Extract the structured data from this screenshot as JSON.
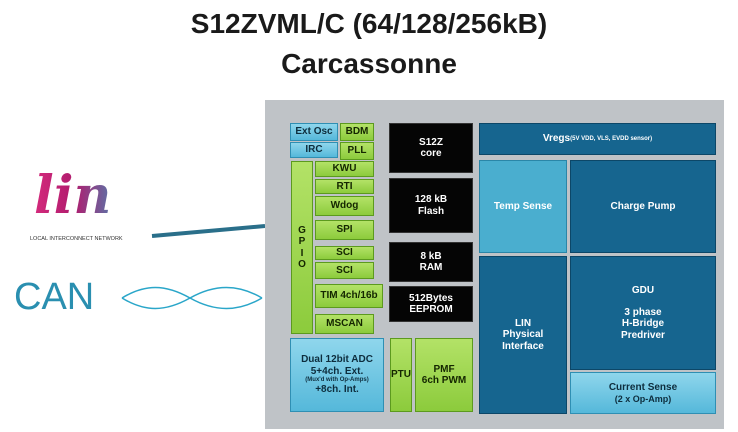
{
  "title": {
    "line1": "S12ZVML/C (64/128/256kB)",
    "line2": "Carcassonne"
  },
  "logos": {
    "lin_word": "lin",
    "lin_caption": "LOCAL INTERCONNECT NETWORK",
    "can_text": "CAN"
  },
  "blocks": {
    "ext_osc": "Ext Osc",
    "bdm": "BDM",
    "irc": "IRC",
    "pll": "PLL",
    "kwu": "KWU",
    "rti": "RTI",
    "wdog": "Wdog",
    "spi": "SPI",
    "sci1": "SCI",
    "sci2": "SCI",
    "tim": "TIM 4ch/16b",
    "mscan": "MSCAN",
    "gpio": [
      "G",
      "P",
      "I",
      "O"
    ],
    "core": [
      "S12Z",
      "core"
    ],
    "flash": [
      "128 kB",
      "Flash"
    ],
    "ram": [
      "8 kB",
      "RAM"
    ],
    "eeprom": [
      "512Bytes",
      "EEPROM"
    ],
    "vregs_main": "Vregs",
    "vregs_sub": " (5V VDD, VLS, EVDD sensor)",
    "temp_sense": "Temp Sense",
    "charge_pump": "Charge Pump",
    "lin_phy": [
      "LIN",
      "Physical",
      "Interface"
    ],
    "gdu": [
      "GDU",
      "3 phase",
      "H-Bridge",
      "Predriver"
    ],
    "current_sense": [
      "Current Sense",
      "(2 x Op-Amp)"
    ],
    "adc": [
      "Dual 12bit ADC",
      "5+4ch. Ext.",
      "(Mux'd with Op-Amps)",
      "+8ch. Int."
    ],
    "ptu": "PTU",
    "pmf": [
      "PMF",
      "6ch PWM"
    ]
  },
  "colors": {
    "panel": "#bfc3c7",
    "cyan": "#55b8da",
    "green": "#8ccb3c",
    "blue": "#16658f",
    "teal": "#4aaecf",
    "lin_line": "#2a6f8a"
  }
}
